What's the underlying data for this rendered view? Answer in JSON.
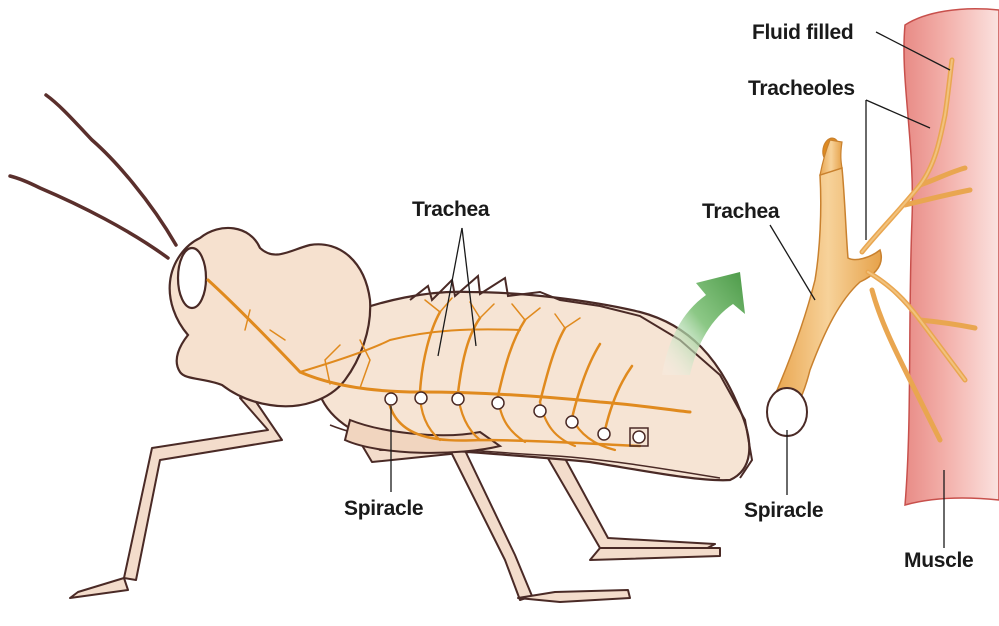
{
  "labels": {
    "trachea_insect": "Trachea",
    "spiracle_insect": "Spiracle",
    "trachea_detail": "Trachea",
    "spiracle_detail": "Spiracle",
    "fluid_filled": "Fluid filled",
    "tracheoles": "Tracheoles",
    "muscle": "Muscle"
  },
  "colors": {
    "body_fill": "#f6e1cf",
    "outline": "#4a2a26",
    "trachea": "#e08a1e",
    "trachea_light": "#f4c680",
    "muscle": "#e27a76",
    "arrow": "#5fa95a"
  },
  "icons": {
    "spiracle": "spiracle-circle",
    "arrow": "curved-arrow-icon"
  }
}
